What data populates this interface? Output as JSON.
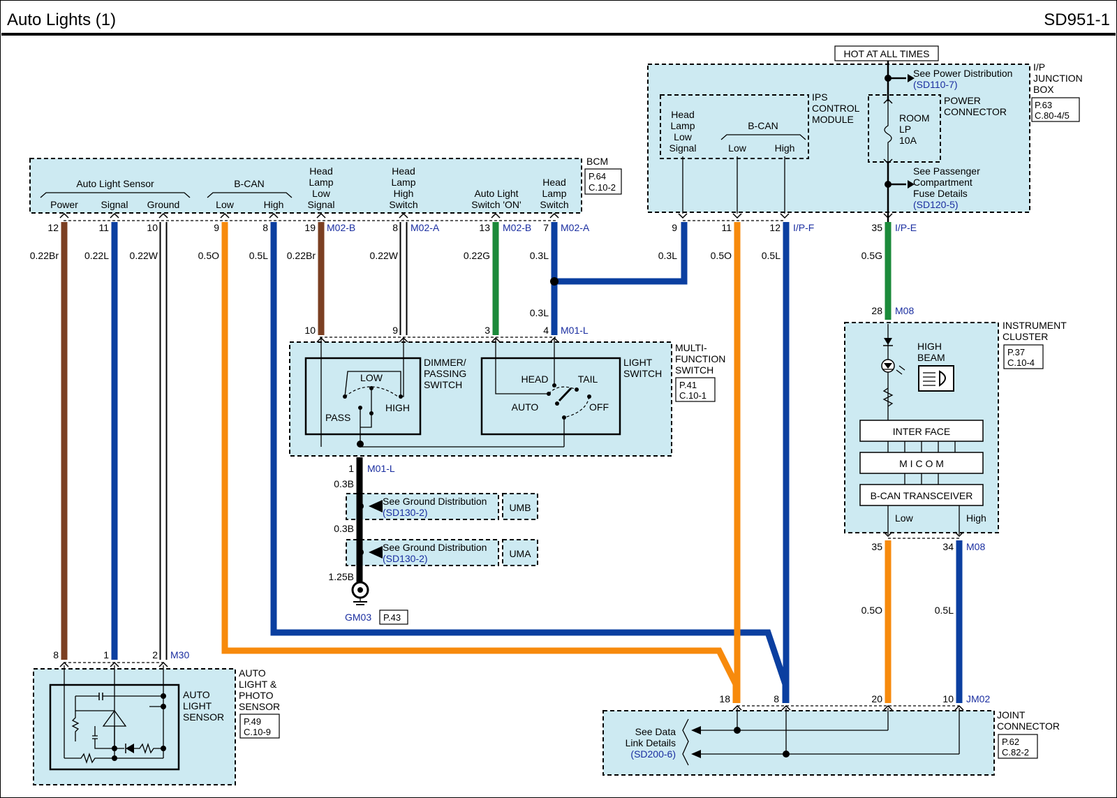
{
  "header": {
    "title": "Auto Lights (1)",
    "code": "SD951-1"
  },
  "colors": {
    "brown": "#7b3f22",
    "blue": "#0b3fa0",
    "white": "#ffffff",
    "orange": "#f78a0c",
    "green": "#1b8a3a",
    "black": "#000000",
    "panel": "#cdeaf2"
  },
  "bcm": {
    "name": "BCM",
    "ref1": "P.64",
    "ref2": "C.10-2",
    "group_sensor": "Auto Light Sensor",
    "power": "Power",
    "signal": "Signal",
    "ground": "Ground",
    "group_bcan": "B-CAN",
    "low": "Low",
    "high": "High",
    "hl_low_1": "Head",
    "hl_low_2": "Lamp",
    "hl_low_3": "Low",
    "hl_low_4": "Signal",
    "hl_high_1": "Head",
    "hl_high_2": "Lamp",
    "hl_high_3": "High",
    "hl_high_4": "Switch",
    "auto_1": "Auto Light",
    "auto_2": "Switch 'ON'",
    "hl_sw_1": "Head",
    "hl_sw_2": "Lamp",
    "hl_sw_3": "Switch"
  },
  "jbox": {
    "hot": "HOT AT ALL TIMES",
    "name1": "I/P",
    "name2": "JUNCTION",
    "name3": "BOX",
    "ref1": "P.63",
    "ref2": "C.80-4/5",
    "ips1": "IPS",
    "ips2": "CONTROL",
    "ips3": "MODULE",
    "hl1": "Head",
    "hl2": "Lamp",
    "hl3": "Low",
    "hl4": "Signal",
    "bcan": "B-CAN",
    "low": "Low",
    "high": "High",
    "pd": "See Power Distribution",
    "pd_ref": "(SD110-7)",
    "pc1": "POWER",
    "pc2": "CONNECTOR",
    "fuse1": "ROOM",
    "fuse2": "LP",
    "fuse3": "10A",
    "pcf1": "See Passenger",
    "pcf2": "Compartment",
    "pcf3": "Fuse Details",
    "pcf_ref": "(SD120-5)"
  },
  "pins": {
    "p12": "12",
    "p11": "11",
    "p10": "10",
    "p9": "9",
    "p8": "8",
    "p19": "19",
    "p8b": "8",
    "p13": "13",
    "p7": "7",
    "m02b": "M02-B",
    "m02a": "M02-A",
    "m02b2": "M02-B",
    "m02a2": "M02-A",
    "j9": "9",
    "j11": "11",
    "j12": "12",
    "ipf": "I/P-F",
    "j35": "35",
    "ipe": "I/P-E",
    "m10": "10",
    "m9": "9",
    "m3": "3",
    "m4": "4",
    "m01l": "M01-L",
    "c28": "28",
    "m08": "M08",
    "c35": "35",
    "c34": "34",
    "m08b": "M08",
    "s8": "8",
    "s1": "1",
    "s2": "2",
    "m30": "M30",
    "jc18": "18",
    "jc8": "8",
    "jc20": "20",
    "jc10": "10",
    "jm02": "JM02",
    "g1": "1",
    "m01l2": "M01-L"
  },
  "wires": {
    "w1": "0.22Br",
    "w2": "0.22L",
    "w3": "0.22W",
    "w4": "0.5O",
    "w5": "0.5L",
    "w6": "0.22Br",
    "w7": "0.22W",
    "w8": "0.22G",
    "w9": "0.3L",
    "w9b": "0.3L",
    "w10": "0.3L",
    "w11": "0.5O",
    "w12": "0.5L",
    "w13": "0.5G",
    "w14": "0.5O",
    "w15": "0.5L",
    "g1": "0.3B",
    "g2": "0.3B",
    "g3": "1.25B"
  },
  "mfs": {
    "name1": "MULTI-",
    "name2": "FUNCTION",
    "name3": "SWITCH",
    "ref1": "P.41",
    "ref2": "C.10-1",
    "dim1": "DIMMER/",
    "dim2": "PASSING",
    "dim3": "SWITCH",
    "low": "LOW",
    "pass": "PASS",
    "high": "HIGH",
    "ls1": "LIGHT",
    "ls2": "SWITCH",
    "head": "HEAD",
    "tail": "TAIL",
    "auto": "AUTO",
    "off": "OFF"
  },
  "ground": {
    "gd1": "See Ground Distribution",
    "gd1_ref": "(SD130-2)",
    "umb": "UMB",
    "gd2": "See Ground Distribution",
    "gd2_ref": "(SD130-2)",
    "uma": "UMA",
    "gm": "GM03",
    "gm_ref": "P.43"
  },
  "cluster": {
    "name1": "INSTRUMENT",
    "name2": "CLUSTER",
    "ref1": "P.37",
    "ref2": "C.10-4",
    "hb1": "HIGH",
    "hb2": "BEAM",
    "iface": "INTER FACE",
    "micom": "M I C O M",
    "bcan": "B-CAN TRANSCEIVER",
    "low": "Low",
    "high": "High"
  },
  "sensor": {
    "name1": "AUTO",
    "name2": "LIGHT &",
    "name3": "PHOTO",
    "name4": "SENSOR",
    "ref1": "P.49",
    "ref2": "C.10-9",
    "in1": "AUTO",
    "in2": "LIGHT",
    "in3": "SENSOR"
  },
  "joint": {
    "name1": "JOINT",
    "name2": "CONNECTOR",
    "ref1": "P.62",
    "ref2": "C.82-2",
    "dl1": "See Data",
    "dl2": "Link Details",
    "dl_ref": "(SD200-6)"
  }
}
